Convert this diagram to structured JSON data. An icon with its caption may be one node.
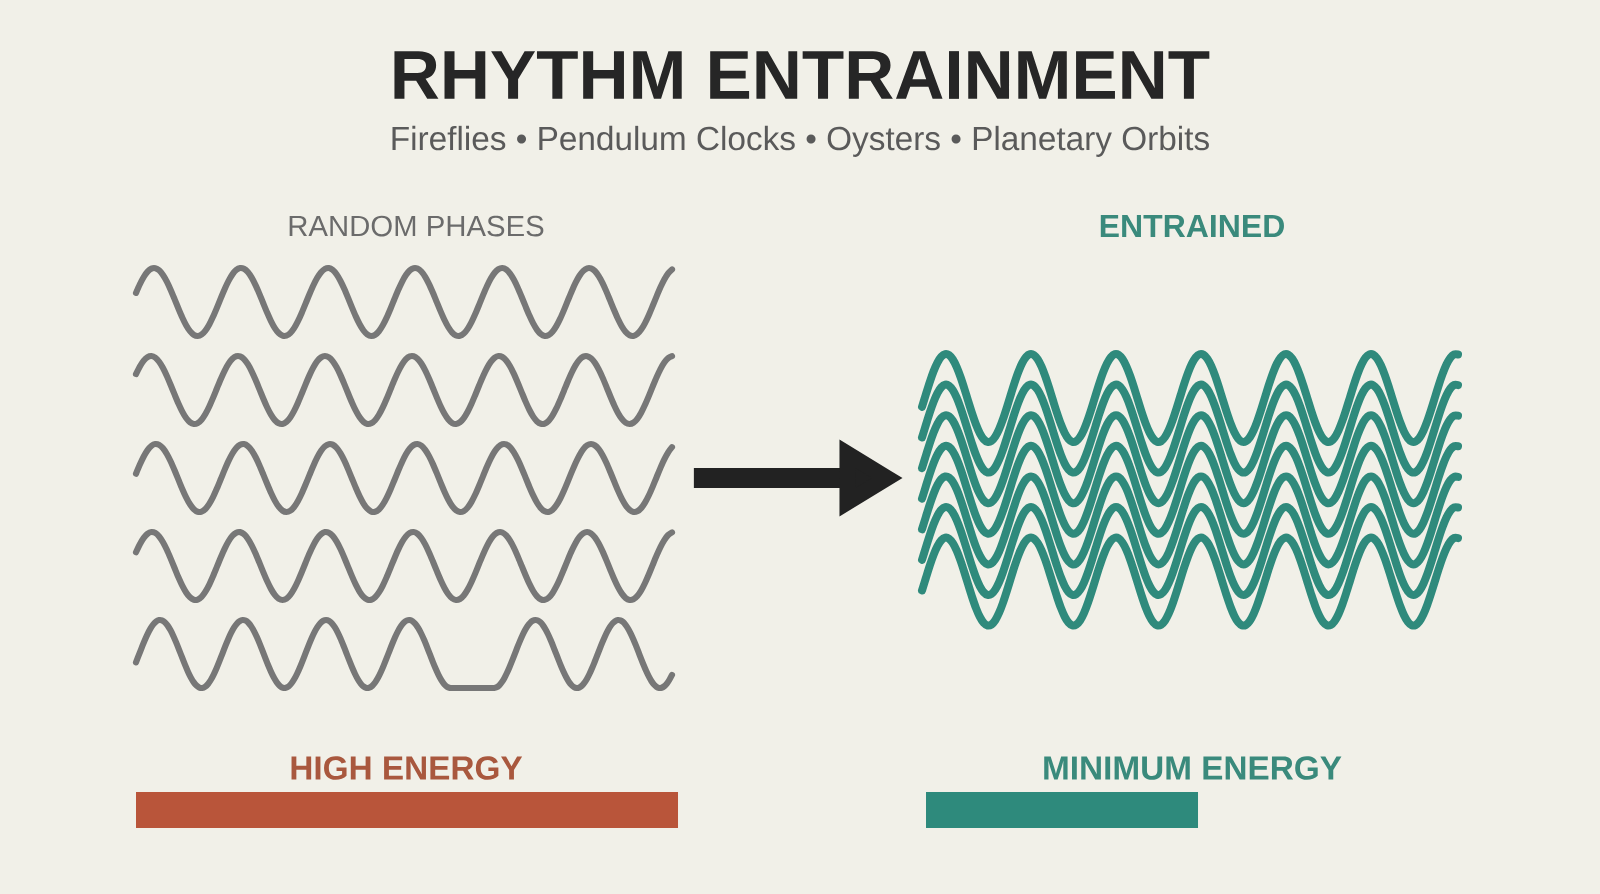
{
  "diagram": {
    "title": "RHYTHM ENTRAINMENT",
    "nodes": [
      {
        "text": [
          "RANDOM PHASES"
        ]
      },
      {
        "text": [
          "ENTRAINED"
        ]
      },
      {
        "text": [
          "HIGH ENERGY"
        ]
      },
      {
        "text": [
          "MINIMUM ENERGY"
        ]
      }
    ],
    "edges": [
      {
        "from": 0,
        "to": 1,
        "arrow": "to"
      }
    ],
    "labels": [
      "Fireflies • Pendulum Clocks • Oysters • Planetary Orbits"
    ]
  }
}
